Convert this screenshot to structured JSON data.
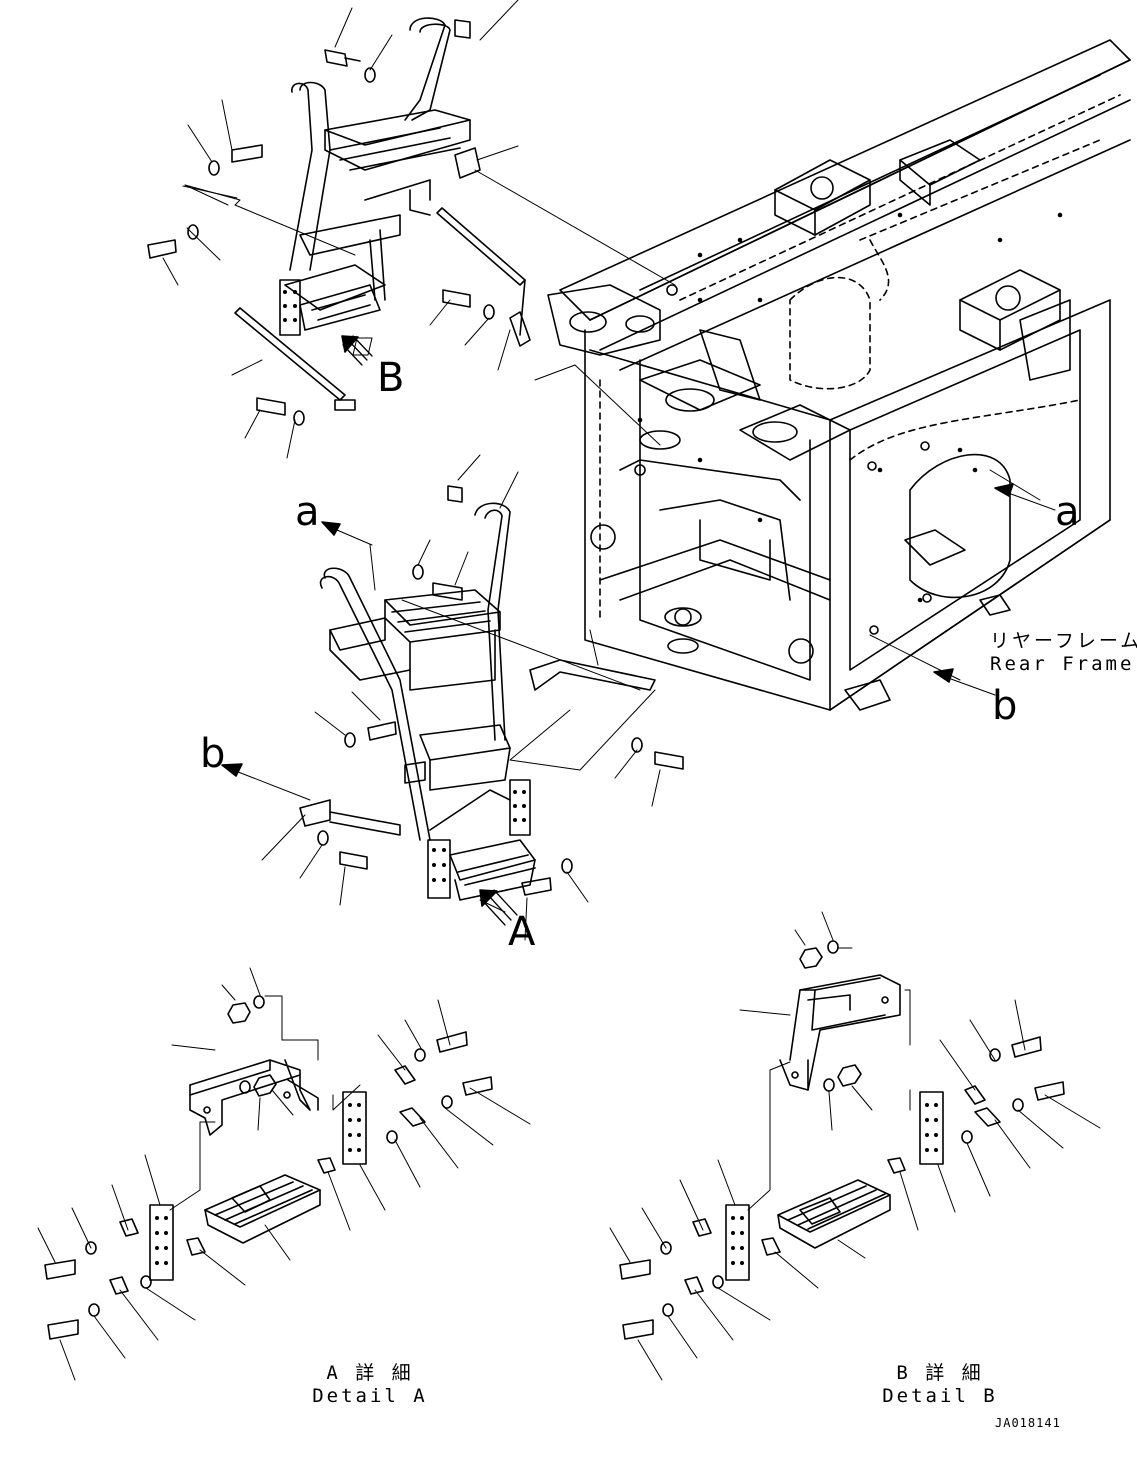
{
  "callouts": {
    "a_upper": "a",
    "a_right": "a",
    "b_left": "b",
    "b_right": "b",
    "B_arrow": "B",
    "A_arrow": "A"
  },
  "rear_frame": {
    "jp": "リヤーフレーム",
    "en": "Rear Frame"
  },
  "detail_a": {
    "jp": "A 詳 細",
    "en": "Detail A"
  },
  "detail_b": {
    "jp": "B 詳 細",
    "en": "Detail B"
  },
  "drawing_number": "JA018141",
  "colors": {
    "line": "#000000",
    "background": "#ffffff"
  }
}
